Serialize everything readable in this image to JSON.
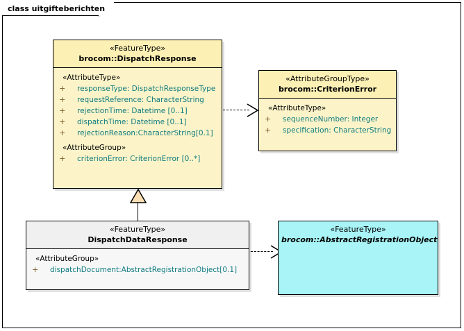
{
  "diagram": {
    "frame_title": "class uitgifteberichten",
    "notation": "UML class diagram"
  },
  "classes": [
    {
      "id": "dispatch-response",
      "stereotype": "«FeatureType»",
      "name": "brocom::DispatchResponse",
      "fill": "#fcf4c8",
      "header_fill": "#fcf0b4",
      "compartments": [
        {
          "group": "«AttributeType»",
          "attributes": [
            {
              "visibility": "+",
              "text": "responseType: DispatchResponseType"
            },
            {
              "visibility": "+",
              "text": "requestReference: CharacterString"
            },
            {
              "visibility": "+",
              "text": "rejectionTime: Datetime [0..1]"
            },
            {
              "visibility": "+",
              "text": "dispatchTime: Datetime [0..1]"
            },
            {
              "visibility": "+",
              "text": "rejectionReason:CharacterString[0.1]"
            }
          ]
        },
        {
          "group": "«AttributeGroup»",
          "attributes": [
            {
              "visibility": "+",
              "text": "criterionError: CriterionError [0..*]"
            }
          ]
        }
      ]
    },
    {
      "id": "criterion-error",
      "stereotype": "«AttributeGroupType»",
      "name": "brocom::CriterionError",
      "fill": "#fcf4c8",
      "header_fill": "#fcf0b4",
      "compartments": [
        {
          "group": "«AttributeType»",
          "attributes": [
            {
              "visibility": "+",
              "text": "sequenceNumber: Integer"
            },
            {
              "visibility": "+",
              "text": "specification: CharacterString"
            }
          ]
        }
      ]
    },
    {
      "id": "dispatch-data-response",
      "stereotype": "«FeatureType»",
      "name": "DispatchDataResponse",
      "fill": "#f7f7f7",
      "header_fill": "#f0f0f0",
      "compartments": [
        {
          "group": "«AttributeGroup»",
          "attributes": [
            {
              "visibility": "+",
              "text": "dispatchDocument:AbstractRegistrationObject[0.1]"
            }
          ]
        }
      ]
    },
    {
      "id": "abstract-registration-object",
      "stereotype": "«FeatureType»",
      "name": "brocom::AbstractRegistrationObject",
      "fill": "#a8f4f7",
      "header_fill": "#a8f4f7",
      "compartments": []
    }
  ],
  "connectors": [
    {
      "id": "dependency-dispatchresponse-criterionerror",
      "type": "dependency",
      "style": "dashed-open-arrow",
      "from": "dispatch-response",
      "to": "criterion-error"
    },
    {
      "id": "generalization-dispatchdataresponse-dispatchresponse",
      "type": "generalization",
      "style": "solid-closed-triangle",
      "from": "dispatch-data-response",
      "to": "dispatch-response"
    },
    {
      "id": "dependency-dispatchdataresponse-abstractregistrationobject",
      "type": "dependency",
      "style": "dashed-open-arrow",
      "from": "dispatch-data-response",
      "to": "abstract-registration-object"
    }
  ]
}
